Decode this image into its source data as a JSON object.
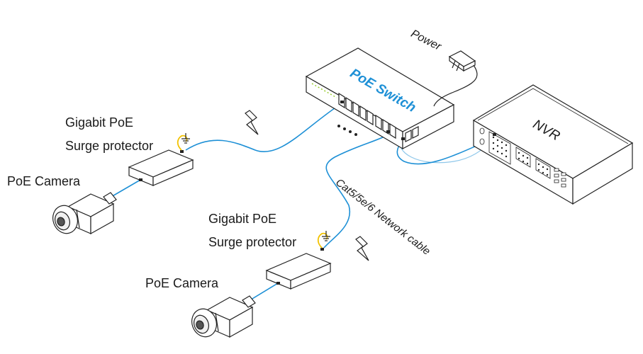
{
  "labels": {
    "surge_top_line1": "Gigabit PoE",
    "surge_top_line2": "Surge protector",
    "camera_top": "PoE Camera",
    "surge_bottom_line1": "Gigabit PoE",
    "surge_bottom_line2": "Surge protector",
    "camera_bottom": "PoE Camera",
    "power": "Power",
    "switch": "PoE Switch",
    "nvr": "NVR",
    "cable": "Cat5/5e/6 Network cable"
  },
  "colors": {
    "cable": "#1e90d6",
    "line": "#222222",
    "ground_wire": "#f2c200",
    "switch_text": "#1e90d6",
    "port_led": "#9acd32"
  },
  "icons": [
    "lightning-icon",
    "ground-icon",
    "power-adapter-icon",
    "camera-icon"
  ]
}
